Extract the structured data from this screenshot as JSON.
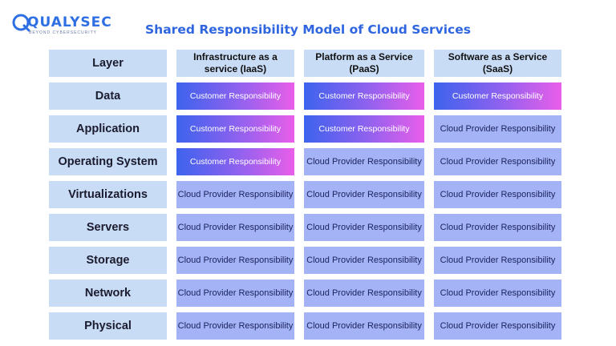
{
  "brand": {
    "name": "QUALYSEC",
    "tagline": "BEYOND CYBERSECURITY"
  },
  "title": "Shared Responsibility Model of Cloud Services",
  "colors": {
    "title": "#2f66e0",
    "header_bg": "#c9dcf6",
    "provider_bg": "#a3b3f5",
    "customer_gradient": [
      "#3d63ee",
      "#8a62ef",
      "#e95ee9"
    ]
  },
  "table": {
    "header": [
      "Layer",
      "Infrastructure as a service (IaaS)",
      "Platform as a Service  (PaaS)",
      "Software as a Service  (SaaS)"
    ],
    "rows": [
      {
        "layer": "Data",
        "cells": [
          {
            "text": "Customer Responsibility",
            "owner": "customer"
          },
          {
            "text": "Customer Responsibility",
            "owner": "customer"
          },
          {
            "text": "Customer Responsibility",
            "owner": "customer"
          }
        ]
      },
      {
        "layer": "Application",
        "cells": [
          {
            "text": "Customer Responsibility",
            "owner": "customer"
          },
          {
            "text": "Customer Responsibility",
            "owner": "customer"
          },
          {
            "text": "Cloud Provider Responsibility",
            "owner": "provider"
          }
        ]
      },
      {
        "layer": "Operating System",
        "cells": [
          {
            "text": "Customer Responsibility",
            "owner": "customer"
          },
          {
            "text": "Cloud Provider Responsibility",
            "owner": "provider"
          },
          {
            "text": "Cloud Provider Responsibility",
            "owner": "provider"
          }
        ]
      },
      {
        "layer": "Virtualizations",
        "cells": [
          {
            "text": "Cloud Provider Responsibility",
            "owner": "provider"
          },
          {
            "text": "Cloud Provider Responsibility",
            "owner": "provider"
          },
          {
            "text": "Cloud Provider Responsibility",
            "owner": "provider"
          }
        ]
      },
      {
        "layer": "Servers",
        "cells": [
          {
            "text": "Cloud Provider Responsibility",
            "owner": "provider"
          },
          {
            "text": "Cloud Provider Responsibility",
            "owner": "provider"
          },
          {
            "text": "Cloud Provider Responsibility",
            "owner": "provider"
          }
        ]
      },
      {
        "layer": "Storage",
        "cells": [
          {
            "text": "Cloud Provider Responsibility",
            "owner": "provider"
          },
          {
            "text": "Cloud Provider Responsibility",
            "owner": "provider"
          },
          {
            "text": "Cloud Provider Responsibility",
            "owner": "provider"
          }
        ]
      },
      {
        "layer": "Network",
        "cells": [
          {
            "text": "Cloud Provider Responsibility",
            "owner": "provider"
          },
          {
            "text": "Cloud Provider Responsibility",
            "owner": "provider"
          },
          {
            "text": "Cloud Provider Responsibility",
            "owner": "provider"
          }
        ]
      },
      {
        "layer": "Physical",
        "cells": [
          {
            "text": "Cloud Provider Responsibility",
            "owner": "provider"
          },
          {
            "text": "Cloud Provider Responsibility",
            "owner": "provider"
          },
          {
            "text": "Cloud Provider Responsibility",
            "owner": "provider"
          }
        ]
      }
    ]
  }
}
